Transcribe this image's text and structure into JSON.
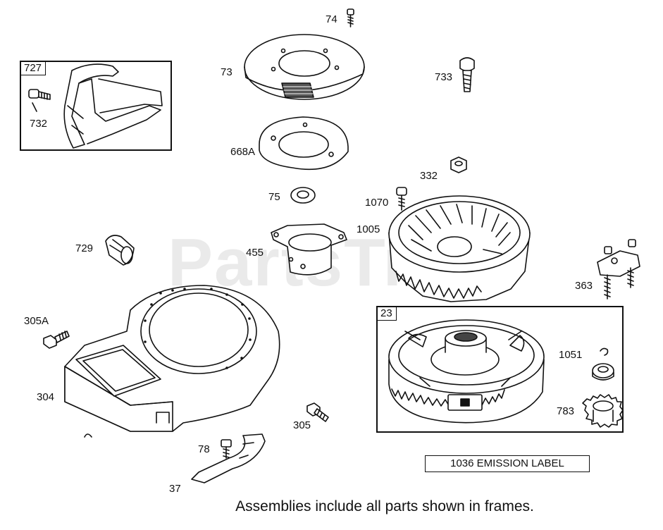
{
  "diagram": {
    "watermark": "PartsTree",
    "footer_note": "Assemblies include all parts shown in frames.",
    "emission_label": "1036 EMISSION LABEL",
    "frames": [
      {
        "id": "727",
        "label": "727"
      },
      {
        "id": "23",
        "label": "23"
      }
    ],
    "part_labels": {
      "p74": "74",
      "p73": "73",
      "p733": "733",
      "p727": "727",
      "p732": "732",
      "p668a": "668A",
      "p332": "332",
      "p75": "75",
      "p1070": "1070",
      "p1005": "1005",
      "p729": "729",
      "p455": "455",
      "p363": "363",
      "p305a": "305A",
      "p23": "23",
      "p1051": "1051",
      "p304": "304",
      "p305": "305",
      "p783": "783",
      "p78": "78",
      "p37": "37"
    }
  }
}
